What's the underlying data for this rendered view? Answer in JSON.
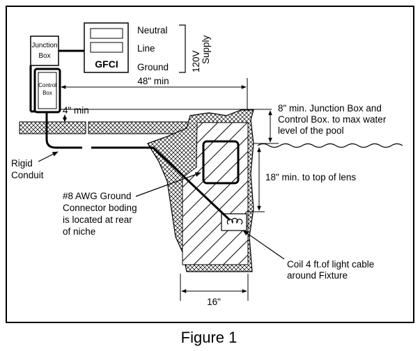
{
  "components": {
    "junction_box": [
      "Junction",
      "Box"
    ],
    "control_box": [
      "Control",
      "Box"
    ],
    "gfci": "GFCI"
  },
  "supply": {
    "neutral": "Neutral",
    "line": "Line",
    "ground": "Ground",
    "voltage": "120V",
    "word": "Supply"
  },
  "dimensions": {
    "distance": "48\" min",
    "depth": "4\" min",
    "height_note": [
      "8\" min. Junction Box and",
      "Control Box. to max water",
      "level of the pool"
    ],
    "lens": "18\" min. to top of lens",
    "width": "16\""
  },
  "annotations": {
    "conduit": [
      "Rigid",
      "Conduit"
    ],
    "ground_connector": [
      "#8 AWG Ground",
      "Connector boding",
      "is located at rear",
      "of niche"
    ],
    "coil": [
      "Coil 4 ft.of light cable",
      "around Fixture"
    ]
  },
  "caption": "Figure 1"
}
